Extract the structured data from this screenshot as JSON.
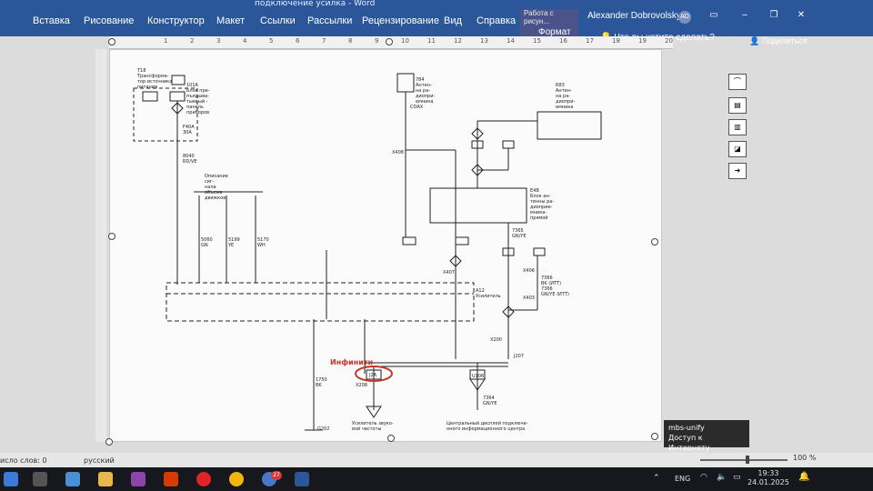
{
  "window": {
    "title": "подключение усилка  -  Word"
  },
  "ribbon": {
    "tabs": [
      "Вставка",
      "Рисование",
      "Конструктор",
      "Макет",
      "Ссылки",
      "Рассылки",
      "Рецензирование",
      "Вид",
      "Справка"
    ],
    "context_group": "Работа с рисун...",
    "context_tab": "Формат",
    "user_name": "Alexander Dobrovolsky",
    "user_initials": "AD",
    "tell_me": "Что вы хотите сделать?",
    "share": "Поделиться"
  },
  "ruler": {
    "numbers": [
      "1",
      "2",
      "3",
      "4",
      "5",
      "6",
      "7",
      "8",
      "9",
      "10",
      "11",
      "12",
      "13",
      "14",
      "15",
      "16",
      "17",
      "18",
      "19",
      "20"
    ]
  },
  "diagram": {
    "labels": {
      "t1": "T18\nТрансформа-\nтор источника\nпитания",
      "bsa": "101А\nБлок пре-\nпъядыва-\nтыевый -\nпанель\nприборов",
      "f40": "F40А\n30А",
      "wire_red": "8040\nRD/VE",
      "panel_note": "Описание\nсиг-\nнала\nобъема\nдвижков",
      "w1": "5060\nGN",
      "w2": "5199\nYE",
      "w3": "5170\nWH",
      "a12": "А12\nУсилитель",
      "r84": "784\nАнтен-\nна ра-\nдиопри-\nемника",
      "coax": "COAX",
      "x408": "X408",
      "r83": "R83\nАнтен-\nна ра-\nдиопри-\nемника",
      "e4b": "E4B\nБлок ан-\nтенны ра-\nдиоприе-\nмника-\nпрямой",
      "x407": "X407",
      "w7365": "7365\nGN/YE",
      "x406": "X406",
      "x403": "X403",
      "w7366": "7366\nBK (ИТТ)\n7366\nGN/YE (ИТТ)",
      "infiniti": "Инфинити",
      "j2a": "J2A",
      "x200": "X200",
      "x208": "X208",
      "w1750": "1750\nBK",
      "g202": "G202",
      "bottom_left": "Усилитель звуко-\nвой частоты",
      "bottom_right": "Центральный дисплей подключе-\nнного информационного центра",
      "j207": "J207",
      "u106": "U106",
      "w7364": "7364\nGN/YE"
    }
  },
  "status": {
    "words": "исло слов: 0",
    "language": "русский",
    "zoom": "100 %"
  },
  "tooltip": {
    "line1": "mbs-unify",
    "line2": "Доступ к Интернету"
  },
  "taskbar": {
    "badge": "27",
    "tray_lang": "ENG",
    "time": "19:33",
    "date": "24.01.2025"
  },
  "colors": {
    "ribbon": "#2b579a",
    "highlight_red": "#c0392b"
  }
}
